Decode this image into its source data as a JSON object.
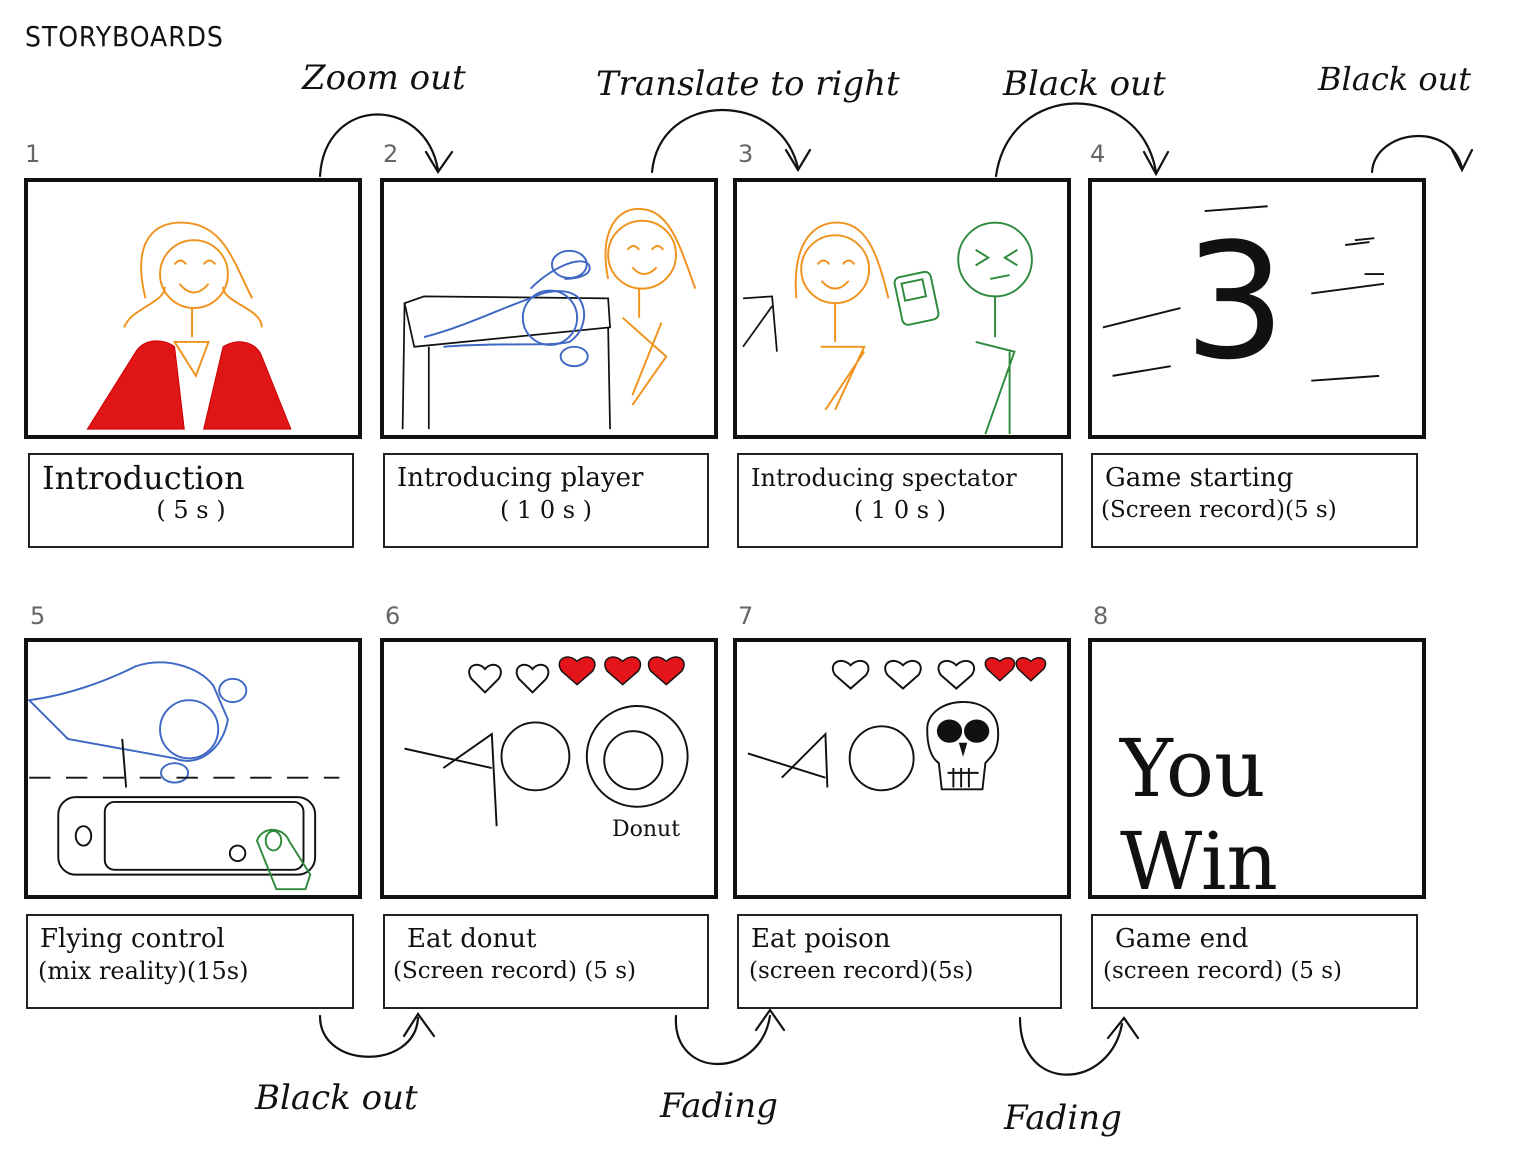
{
  "title": "STORYBOARDS",
  "panels": [
    {
      "number": "1",
      "caption": "Introduction",
      "duration": "( 5 s )"
    },
    {
      "number": "2",
      "caption": "Introducing player",
      "duration": "( 1 0 s )"
    },
    {
      "number": "3",
      "caption": "Introducing spectator",
      "duration": "( 1 0 s )"
    },
    {
      "number": "4",
      "caption": "Game starting",
      "duration": "(Screen record)(5 s)"
    },
    {
      "number": "5",
      "caption": "Flying control",
      "duration": "(mix reality)(15s)"
    },
    {
      "number": "6",
      "caption": "Eat donut",
      "duration": "(Screen record) (5 s)"
    },
    {
      "number": "7",
      "caption": "Eat poison",
      "duration": "(screen record)(5s)"
    },
    {
      "number": "8",
      "caption": "Game end",
      "duration": "(screen record) (5 s)"
    }
  ],
  "transitions": {
    "t1": "Zoom out",
    "t2": "Translate to right",
    "t3": "Black out",
    "t4": "Black out",
    "t5": "Black out",
    "t6": "Fading",
    "t7": "Fading"
  },
  "frame_text": {
    "countdown": "3",
    "donut_label": "Donut",
    "end_text": "You Win"
  },
  "colors": {
    "host": "#f0921c",
    "dress": "#e01515",
    "player": "#3f68c4",
    "spectator": "#2e8a3a",
    "heart": "#e3141a",
    "ink": "#111111"
  }
}
